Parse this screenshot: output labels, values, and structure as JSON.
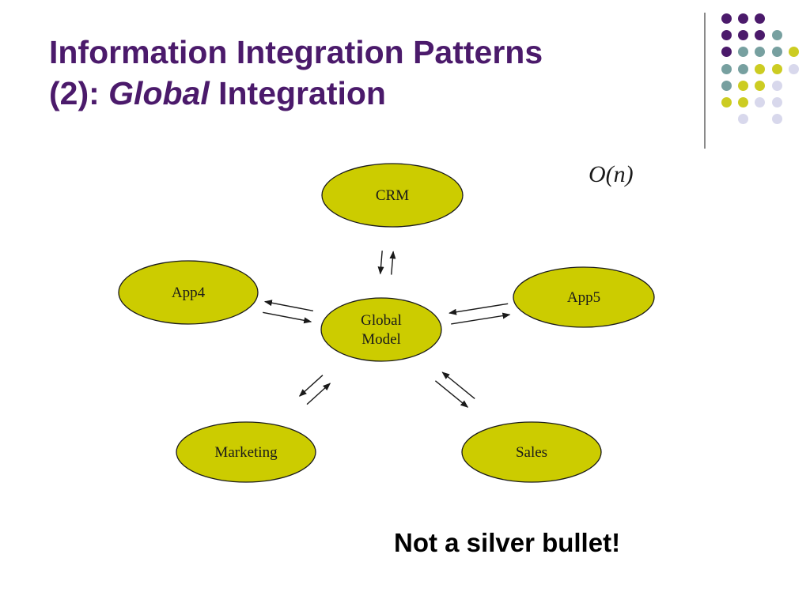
{
  "slide": {
    "title_line1": "Information Integration Patterns",
    "title_line2_prefix": "(2): ",
    "title_line2_emph": "Global",
    "title_line2_suffix": " Integration",
    "complexity_label": "O(n)",
    "footer_note": "Not a silver bullet!"
  },
  "diagram": {
    "hub": {
      "id": "global",
      "lines": [
        "Global",
        "Model"
      ]
    },
    "nodes": [
      {
        "id": "crm",
        "label": "CRM"
      },
      {
        "id": "app4",
        "label": "App4"
      },
      {
        "id": "app5",
        "label": "App5"
      },
      {
        "id": "marketing",
        "label": "Marketing"
      },
      {
        "id": "sales",
        "label": "Sales"
      }
    ],
    "edges": [
      {
        "from": "global",
        "to": "crm",
        "bidirectional": true
      },
      {
        "from": "global",
        "to": "app4",
        "bidirectional": true
      },
      {
        "from": "global",
        "to": "app5",
        "bidirectional": true
      },
      {
        "from": "global",
        "to": "marketing",
        "bidirectional": true
      },
      {
        "from": "global",
        "to": "sales",
        "bidirectional": true
      }
    ]
  },
  "colors": {
    "title": "#4b1a6b",
    "node_fill": "#cccc00",
    "dot_purple": "#4b1a6b",
    "dot_teal": "#77a0a0",
    "dot_yellow": "#cccc22",
    "dot_lavender": "#d8d8ec"
  },
  "decoration": {
    "dot_grid": [
      [
        "purple",
        "purple",
        "purple",
        "",
        ""
      ],
      [
        "purple",
        "purple",
        "purple",
        "teal",
        ""
      ],
      [
        "purple",
        "teal",
        "teal",
        "teal",
        "yellow"
      ],
      [
        "teal",
        "teal",
        "yellow",
        "yellow",
        "lavender"
      ],
      [
        "teal",
        "yellow",
        "yellow",
        "lavender",
        ""
      ],
      [
        "yellow",
        "yellow",
        "lavender",
        "lavender",
        ""
      ],
      [
        "",
        "lavender",
        "",
        "lavender",
        ""
      ]
    ]
  }
}
